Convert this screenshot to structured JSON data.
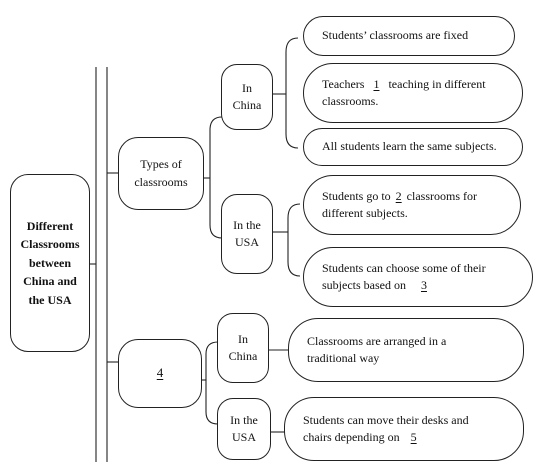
{
  "root": {
    "line1": "Different",
    "line2": "Classrooms",
    "line3": "between",
    "line4": "China and",
    "line5": "the USA"
  },
  "branch_types": {
    "line1": "Types of",
    "line2": "classrooms"
  },
  "branch_blank": "4",
  "region_china_1": {
    "line1": "In",
    "line2": "China"
  },
  "region_usa_1": {
    "line1": "In the",
    "line2": "USA"
  },
  "region_china_2": {
    "line1": "In",
    "line2": "China"
  },
  "region_usa_2": {
    "line1": "In the",
    "line2": "USA"
  },
  "leaf1": "Students’ classrooms are fixed",
  "leaf2": {
    "before": "Teachers",
    "blank": "1",
    "after1": "teaching in different",
    "after2": "classrooms."
  },
  "leaf3": "All students learn the same subjects.",
  "leaf4": {
    "before": "Students go to",
    "blank": "2",
    "after1": "classrooms for",
    "after2": "different subjects."
  },
  "leaf5": {
    "line1": "Students can choose some of their",
    "before": "subjects based on",
    "blank": "3"
  },
  "leaf6": {
    "line1": "Classrooms are arranged in a",
    "line2": "traditional way"
  },
  "leaf7": {
    "line1": "Students can move their desks and",
    "before": "chairs depending on",
    "blank": "5"
  }
}
